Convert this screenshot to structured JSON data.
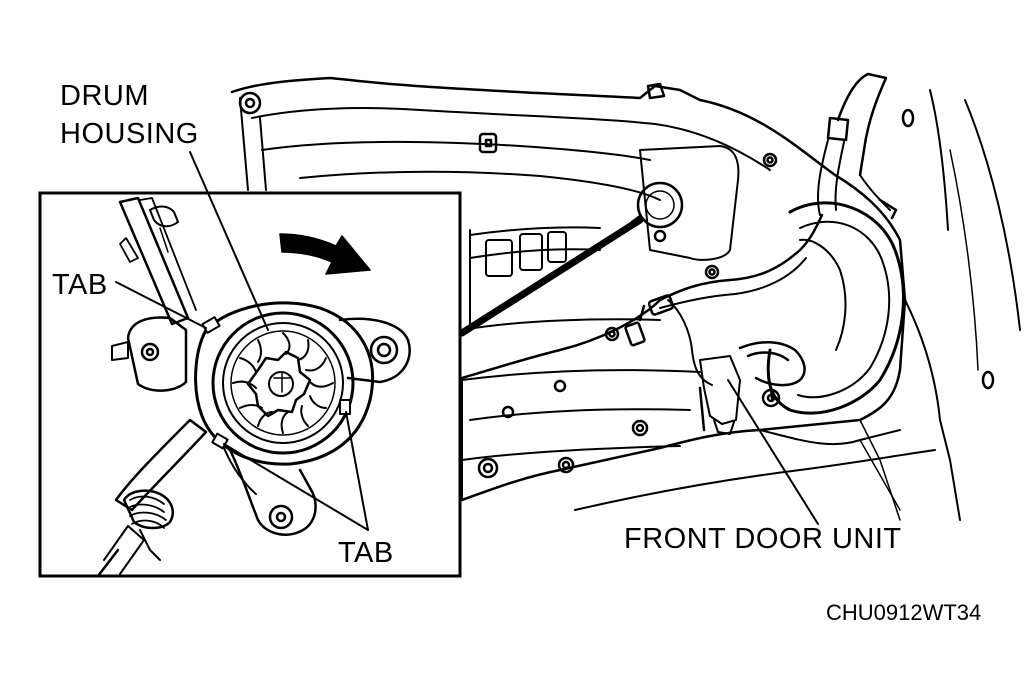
{
  "labels": {
    "drum_housing_line1": "DRUM",
    "drum_housing_line2": "HOUSING",
    "tab_left": "TAB",
    "tab_bottom": "TAB",
    "front_door_unit": "FRONT DOOR UNIT",
    "figure_code": "CHU0912WT34"
  },
  "colors": {
    "ink": "#000000",
    "background": "#ffffff"
  },
  "icons": {
    "rotation_arrow": "curved-arrow-icon"
  }
}
